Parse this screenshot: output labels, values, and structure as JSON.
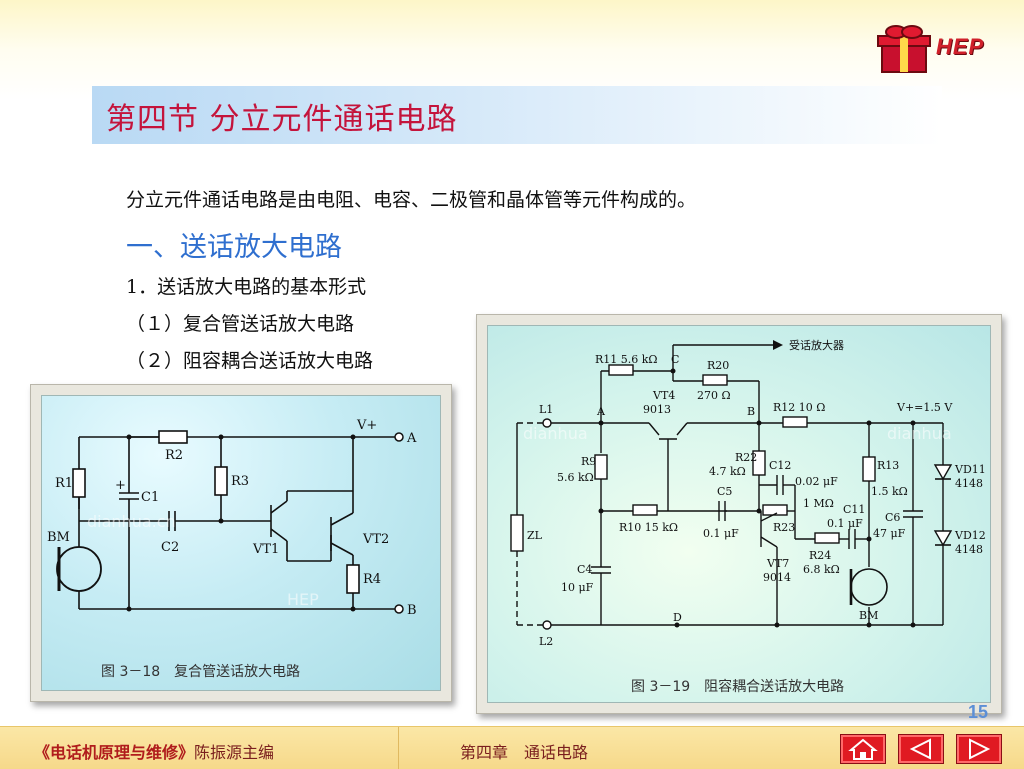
{
  "logo": {
    "text": "HEP"
  },
  "title": "第四节  分立元件通话电路",
  "intro": "分立元件通话电路是由电阻、电容、二极管和晶体管等元件构成的。",
  "subheading": "一、送话放大电路",
  "items": [
    "1．送话放大电路的基本形式",
    "（１）复合管送话放大电路",
    "（２）阻容耦合送话放大电路"
  ],
  "figure1": {
    "caption": "图 3－18　复合管送话放大电路",
    "labels": {
      "vplus": "V+",
      "a": "A",
      "b": "B",
      "r1": "R1",
      "r2": "R2",
      "r3": "R3",
      "r4": "R4",
      "c1": "C1",
      "c2": "C2",
      "vt1": "VT1",
      "vt2": "VT2",
      "bm": "BM",
      "plus": "+"
    },
    "watermarks": [
      "dianhua.cn",
      "HEP"
    ]
  },
  "figure2": {
    "caption": "图 3－19　阻容耦合送话放大电路",
    "labels": {
      "receiver": "受话放大器",
      "r11": "R11 5.6 kΩ",
      "c": "C",
      "r20": "R20",
      "r20v": "270 Ω",
      "l1": "L1",
      "a": "A",
      "vt4": "VT4",
      "vt4m": "9013",
      "b": "B",
      "r12": "R12 10 Ω",
      "vplus": "V+=1.5 V",
      "r9": "R9",
      "r9v": "5.6 kΩ",
      "r22": "R22",
      "r22v": "4.7 kΩ",
      "c12": "C12",
      "c12v": "0.02 μF",
      "r13": "R13",
      "r13v": "1.5 kΩ",
      "vd11": "VD11",
      "vd11m": "4148",
      "c5": "C5",
      "r1m": "1 MΩ",
      "c11": "C11",
      "c11v": "0.1 μF",
      "c6": "C6",
      "c6v": "47 μF",
      "r10": "R10 15 kΩ",
      "c5v": "0.1 μF",
      "r23": "R23",
      "vd12": "VD12",
      "vd12m": "4148",
      "zl": "ZL",
      "vt7": "VT7",
      "vt7m": "9014",
      "r24": "R24",
      "r24v": "6.8 kΩ",
      "c4": "C4",
      "c4v": "10 μF",
      "bm": "BM",
      "d": "D",
      "l2": "L2"
    },
    "watermarks": [
      "dianhua",
      "dianhua"
    ]
  },
  "page_number": "15",
  "footer": {
    "book": "《电话机原理与维修》",
    "author": "陈振源主编",
    "chapter": "第四章　通话电路"
  },
  "nav": {
    "home_icon": "home-icon",
    "prev_icon": "triangle-left-icon",
    "next_icon": "triangle-right-icon"
  },
  "colors": {
    "title": "#c4143c",
    "subheading": "#2f6fcf",
    "nav": "#e01a22",
    "footer": "#f6d98a"
  }
}
